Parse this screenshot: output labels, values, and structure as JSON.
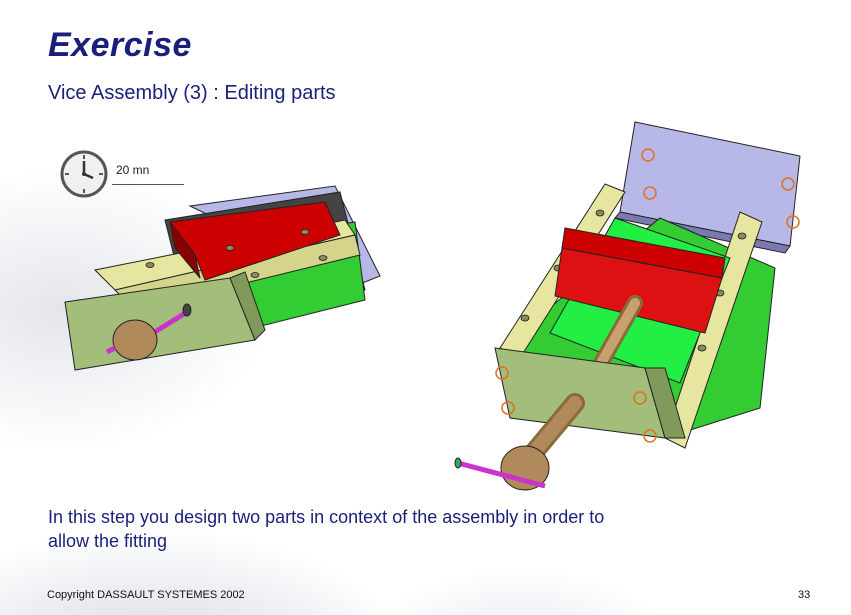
{
  "slide": {
    "title": "Exercise",
    "subtitle": "Vice Assembly (3) : Editing parts",
    "duration": "20 mn",
    "instruction": "In this step you design two parts in context of the assembly in order to allow the fitting",
    "copyright": "Copyright DASSAULT SYSTEMES 2002",
    "page_number": "33"
  },
  "colors": {
    "heading": "#1a1f7a",
    "jaw_red": "#cc0000",
    "body_green": "#33cc33",
    "plate_olive": "#a3bd7a",
    "rail_yellow": "#e6e6a0",
    "base_lavender": "#b8b8e8",
    "screw_brown": "#b08a5a",
    "handle_magenta": "#cc33cc"
  },
  "icons": [
    "clock-icon"
  ]
}
